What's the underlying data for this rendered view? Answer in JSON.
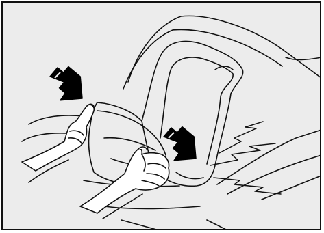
{
  "illustration": {
    "subject": "child-seat-push-check",
    "colors": {
      "background": "#ececec",
      "line": "#111111",
      "arrow_fill": "#000000",
      "hand_fill": "#ffffff",
      "seat_fill": "#ececec"
    },
    "arrows": [
      {
        "name": "left-push-arrow",
        "direction": "down-right"
      },
      {
        "name": "center-push-arrow",
        "direction": "down-right"
      }
    ],
    "hands": [
      {
        "name": "left-hand"
      },
      {
        "name": "right-hand"
      }
    ],
    "vibration_marks": 3
  }
}
